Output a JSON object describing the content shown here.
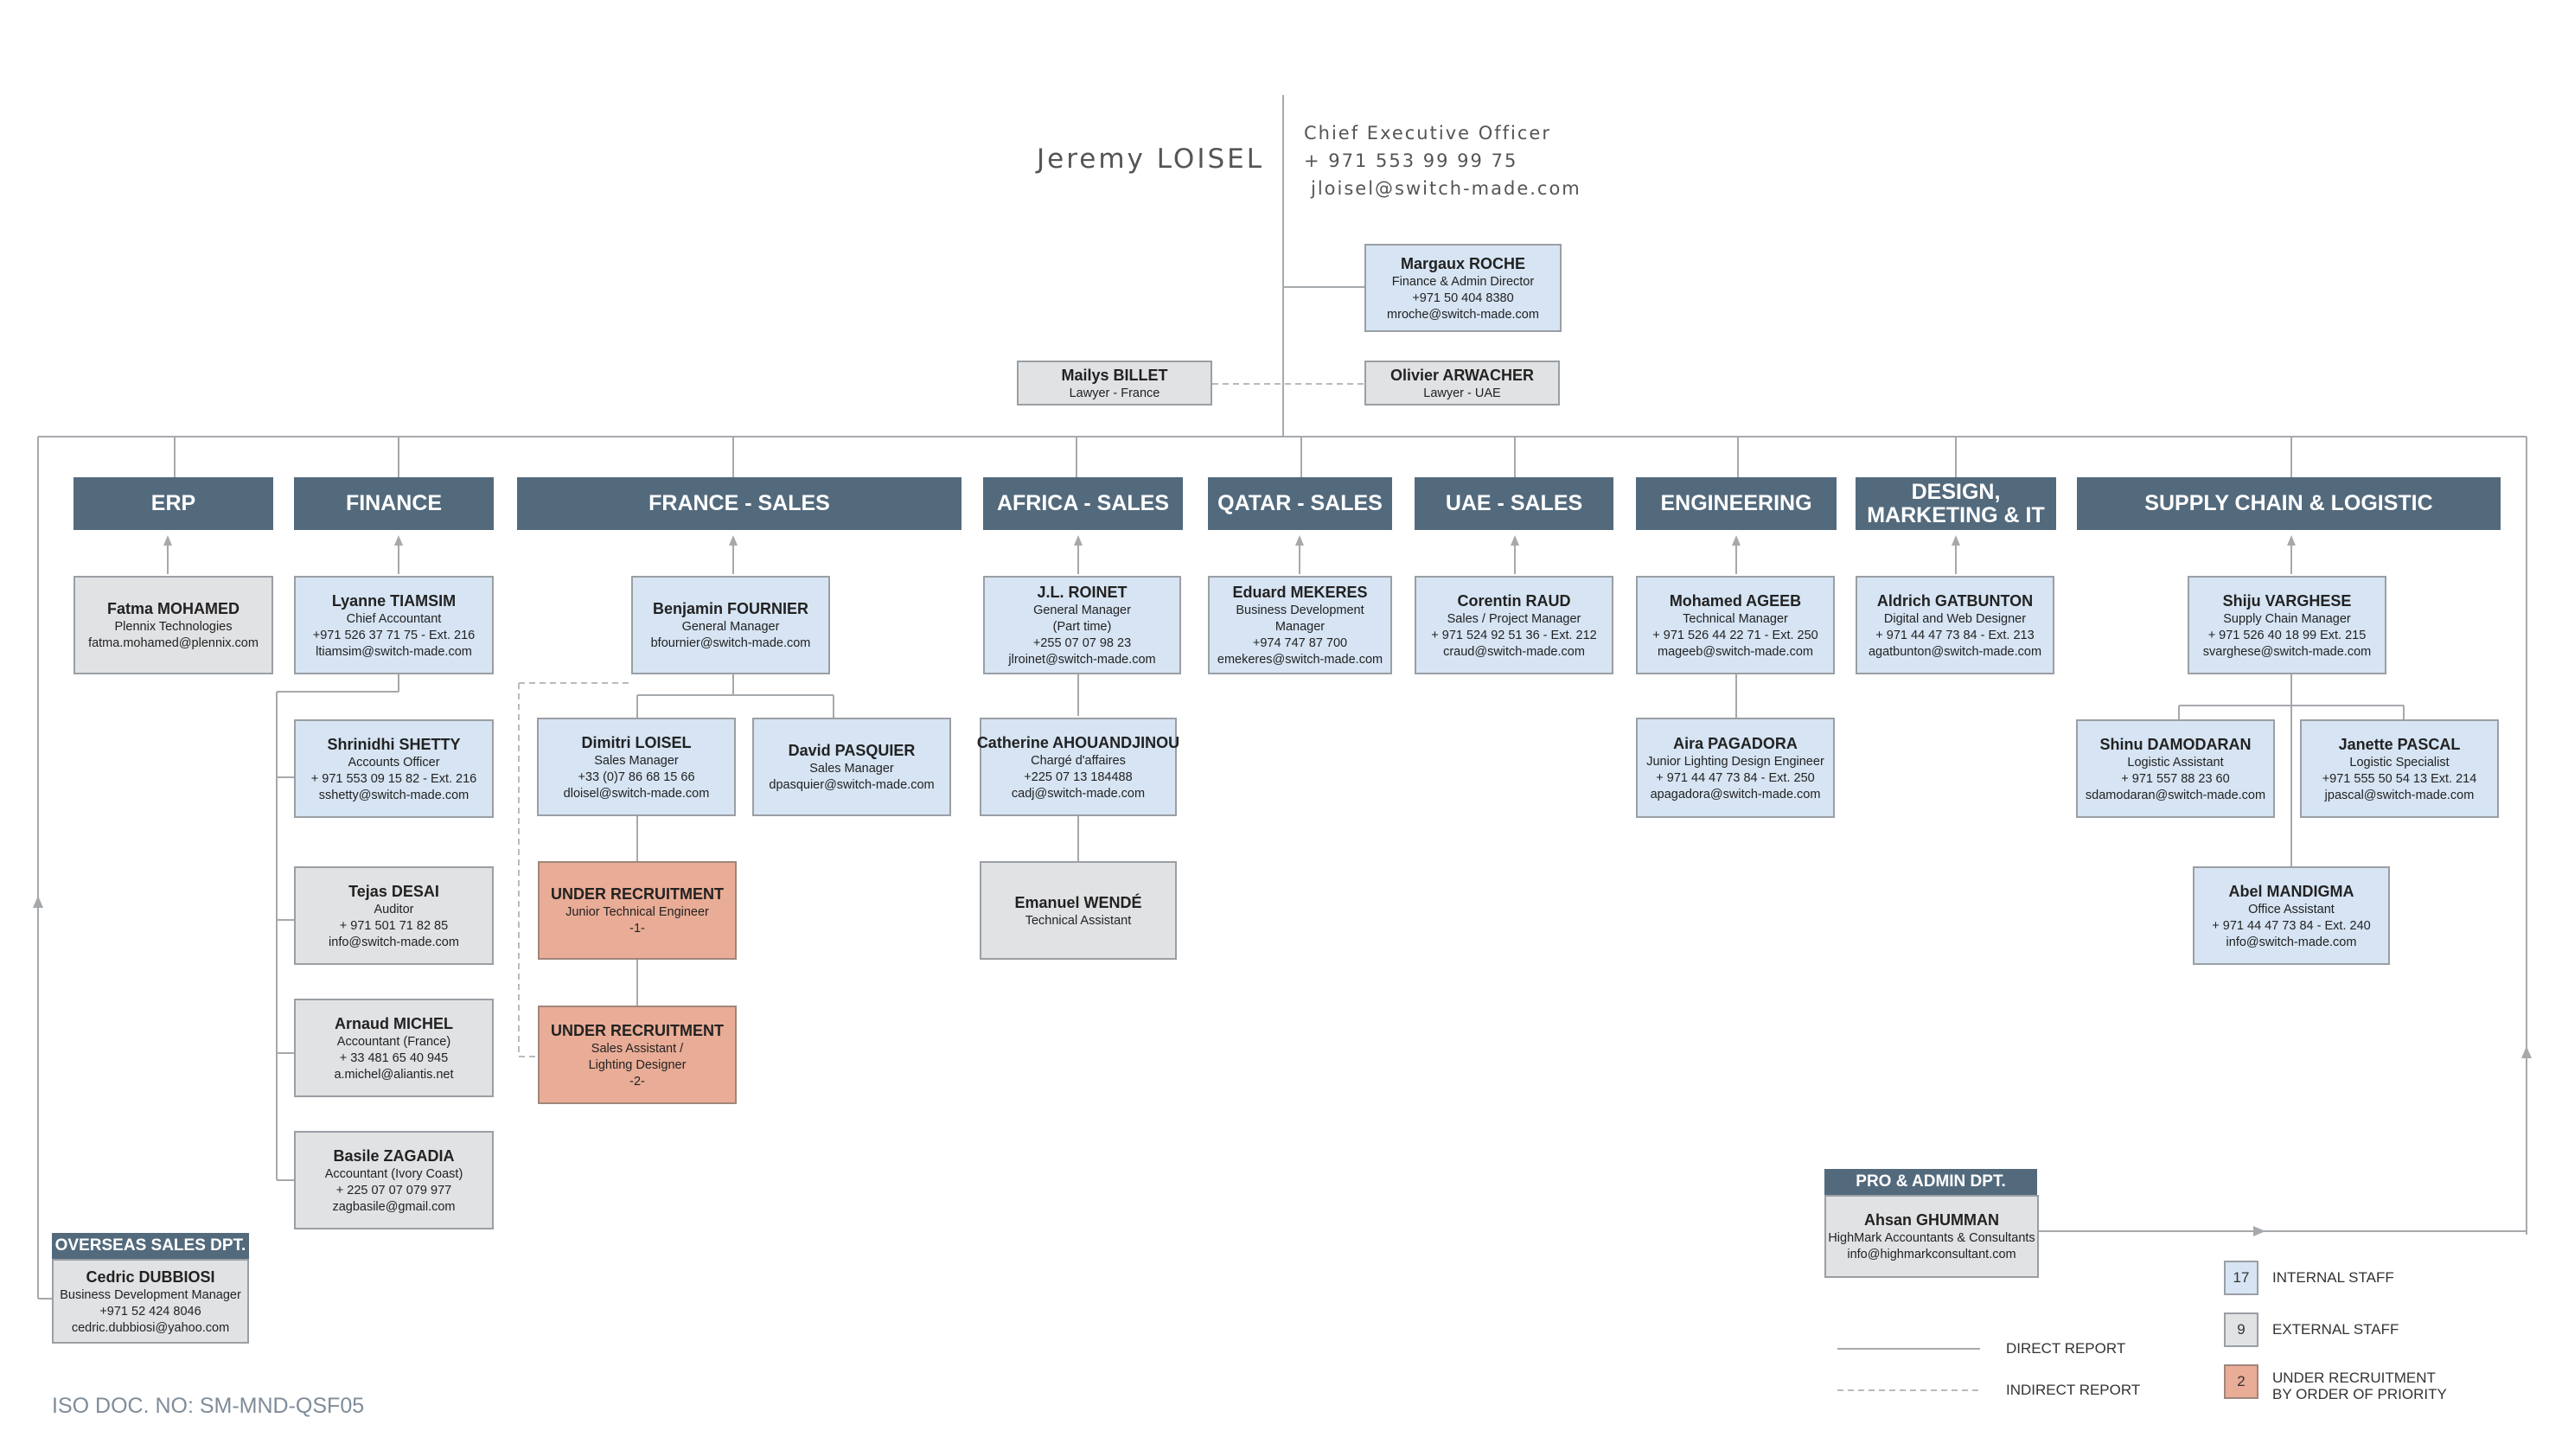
{
  "ceo": {
    "name": "Jeremy LOISEL",
    "title": "Chief Executive Officer",
    "phone": "+ 971 553 99 99 75",
    "email": "jloisel@switch-made.com"
  },
  "departments": [
    {
      "id": "erp",
      "label": "ERP"
    },
    {
      "id": "finance",
      "label": "FINANCE"
    },
    {
      "id": "france",
      "label": "FRANCE - SALES"
    },
    {
      "id": "africa",
      "label": "AFRICA - SALES"
    },
    {
      "id": "qatar",
      "label": "QATAR - SALES"
    },
    {
      "id": "uae",
      "label": "UAE - SALES"
    },
    {
      "id": "engineering",
      "label": "ENGINEERING"
    },
    {
      "id": "design",
      "label": "DESIGN,\nMARKETING & IT"
    },
    {
      "id": "supply",
      "label": "SUPPLY CHAIN & LOGISTIC"
    }
  ],
  "people": {
    "roche": {
      "name": "Margaux ROCHE",
      "lines": "Finance & Admin Director\n+971 50 404 8380\nmroche@switch-made.com"
    },
    "billet": {
      "name": "Mailys BILLET",
      "lines": "Lawyer - France"
    },
    "arwacher": {
      "name": "Olivier ARWACHER",
      "lines": "Lawyer - UAE"
    },
    "mohamed": {
      "name": "Fatma MOHAMED",
      "lines": "Plennix Technologies\nfatma.mohamed@plennix.com"
    },
    "tiamsim": {
      "name": "Lyanne TIAMSIM",
      "lines": "Chief Accountant\n+971 526 37 71 75  - Ext. 216\nltiamsim@switch-made.com"
    },
    "shetty": {
      "name": "Shrinidhi SHETTY",
      "lines": "Accounts Officer\n+ 971 553 09 15 82  - Ext. 216\nsshetty@switch-made.com"
    },
    "desai": {
      "name": "Tejas DESAI",
      "lines": "Auditor\n+ 971 501 71 82 85\ninfo@switch-made.com"
    },
    "michel": {
      "name": "Arnaud MICHEL",
      "lines": "Accountant (France)\n+ 33 481 65 40 945\na.michel@aliantis.net"
    },
    "zagadia": {
      "name": "Basile ZAGADIA",
      "lines": "Accountant (Ivory Coast)\n+ 225 07 07 079 977\nzagbasile@gmail.com"
    },
    "fournier": {
      "name": "Benjamin FOURNIER",
      "lines": "General Manager\nbfournier@switch-made.com"
    },
    "dloisel": {
      "name": "Dimitri LOISEL",
      "lines": "Sales Manager\n+33 (0)7 86 68 15 66\ndloisel@switch-made.com"
    },
    "pasquier": {
      "name": "David PASQUIER",
      "lines": "Sales Manager\ndpasquier@switch-made.com"
    },
    "rec1": {
      "name": "UNDER RECRUITMENT",
      "lines": "Junior Technical Engineer\n-1-"
    },
    "rec2": {
      "name": "UNDER RECRUITMENT",
      "lines": "Sales Assistant /\nLighting Designer\n-2-"
    },
    "roinet": {
      "name": "J.L. ROINET",
      "lines": "General Manager\n(Part time)\n+255 07 07 98 23\njlroinet@switch-made.com"
    },
    "ahouandjinou": {
      "name": "Catherine AHOUANDJINOU",
      "lines": "Chargé d'affaires\n+225 07 13 184488\ncadj@switch-made.com"
    },
    "wende": {
      "name": "Emanuel WENDÉ",
      "lines": "Technical Assistant"
    },
    "mekeres": {
      "name": "Eduard MEKERES",
      "lines": "Business Development Manager\n+974 747 87 700\nemekeres@switch-made.com"
    },
    "raud": {
      "name": "Corentin RAUD",
      "lines": "Sales / Project Manager\n+ 971 524 92 51 36  - Ext. 212\ncraud@switch-made.com"
    },
    "ageeb": {
      "name": "Mohamed AGEEB",
      "lines": "Technical Manager\n+ 971 526 44 22 71 - Ext. 250\nmageeb@switch-made.com"
    },
    "pagadora": {
      "name": "Aira PAGADORA",
      "lines": "Junior Lighting Design Engineer\n+ 971 44 47 73 84 - Ext. 250\napagadora@switch-made.com"
    },
    "gatbunton": {
      "name": "Aldrich GATBUNTON",
      "lines": "Digital and Web Designer\n+ 971 44 47 73 84 - Ext. 213\nagatbunton@switch-made.com"
    },
    "varghese": {
      "name": "Shiju VARGHESE",
      "lines": "Supply Chain Manager\n+ 971 526 40 18 99  Ext. 215\nsvarghese@switch-made.com"
    },
    "damodaran": {
      "name": "Shinu DAMODARAN",
      "lines": "Logistic Assistant\n+ 971 557 88 23 60\nsdamodaran@switch-made.com"
    },
    "pascal": {
      "name": "Janette PASCAL",
      "lines": "Logistic Specialist\n+971 555 50 54 13  Ext. 214\njpascal@switch-made.com"
    },
    "mandigma": {
      "name": "Abel MANDIGMA",
      "lines": "Office Assistant\n+ 971 44 47 73 84 - Ext. 240\ninfo@switch-made.com"
    },
    "dubbiosi": {
      "name": "Cedric DUBBIOSI",
      "lines": "Business Development Manager\n+971 52 424 8046\ncedric.dubbiosi@yahoo.com"
    },
    "ghumman": {
      "name": "Ahsan GHUMMAN",
      "lines": "HighMark Accountants & Consultants\ninfo@highmarkconsultant.com"
    }
  },
  "side_depts": {
    "overseas": "OVERSEAS SALES DPT.",
    "pro_admin": "PRO & ADMIN DPT."
  },
  "legend": {
    "internal": {
      "number": "17",
      "label": "INTERNAL STAFF"
    },
    "external": {
      "number": "9",
      "label": "EXTERNAL STAFF"
    },
    "recruitment": {
      "number": "2",
      "label": "UNDER RECRUITMENT\nBY ORDER OF PRIORITY"
    },
    "direct": "DIRECT REPORT",
    "indirect": "INDIRECT REPORT"
  },
  "colors": {
    "department": "#536a7d",
    "internal": "#d6e4f3",
    "external": "#e1e2e4",
    "recruitment": "#e9ac96",
    "line": "#a6a9ac"
  },
  "iso_doc": "ISO DOC. NO: SM-MND-QSF05"
}
